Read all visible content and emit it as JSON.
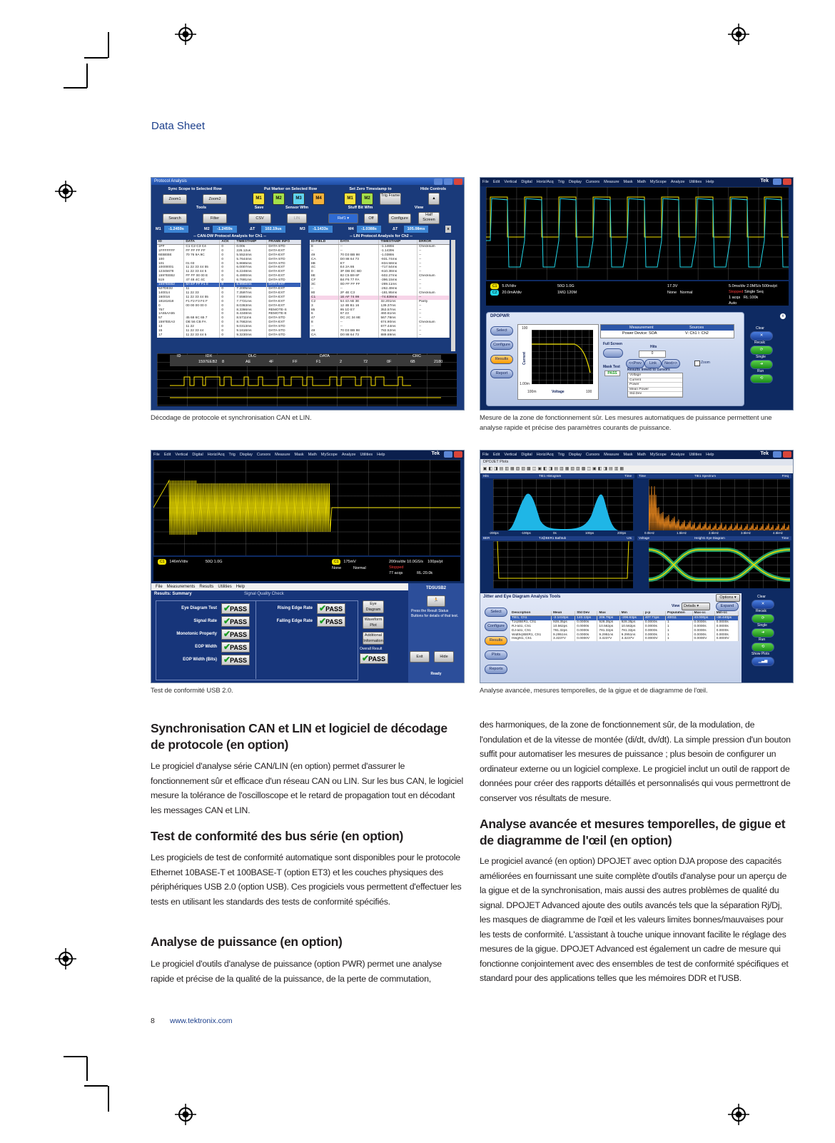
{
  "page": {
    "header": "Data Sheet",
    "page_number": "8",
    "url": "www.tektronix.com"
  },
  "captions": {
    "protocol": "Décodage de protocole et synchronisation CAN et LIN.",
    "power": "Mesure de la zone de fonctionnement sûr. Les mesures automatiques de puissance permettent une analyse rapide et précise des paramètres courants de puissance.",
    "usb": "Test de conformité USB 2.0.",
    "jitter": "Analyse avancée, mesures temporelles, de la gigue et de diagramme de l'œil."
  },
  "shot_protocol": {
    "title": "Protocol Analysis",
    "sec_sync": "Sync Scope to Selected Row",
    "sec_marker": "Put Marker on Selected Row",
    "sec_zero": "Set Zero Timestamp to",
    "sec_hide": "Hide Controls",
    "zoom1": "Zoom1",
    "zoom2": "Zoom2",
    "m1": "M1",
    "m2": "M2",
    "m3": "M3",
    "m4": "M4",
    "trig_frame": "Trig Frame",
    "sec_tools": "Tools",
    "sec_save": "Save",
    "sec_sensor": "Sensor Wfm",
    "sec_stuff": "Stuff Bit Wfm",
    "sec_view": "View",
    "search": "Search",
    "filter": "Filter",
    "csv": "CSV",
    "lin": "LIN",
    "ref1": "Ref1",
    "off": "Off",
    "configure": "Configure",
    "half_screen": "Half Screen",
    "m1_val": "-1.2459s",
    "m2_val": "-1.2459s",
    "dt_lbl": "ΔT",
    "dt_val": "102.19us",
    "m3_val": "-1.1433s",
    "m4_val": "-1.0388s",
    "dt2_val": "105.08ms",
    "can_title": "-- CAN-DW Protocol Analysis for Ch1 --",
    "lin_title": "-- LIN Protocol Analysis for Ch2 --",
    "can_headers": [
      "ID",
      "DATA",
      "ACK",
      "TIMESTAMP",
      "FRAME INFO"
    ],
    "can_rows": [
      [
        "1FF",
        "C1 C2 C3 C4",
        "0",
        "0.00s",
        "DATA-STD"
      ],
      [
        "1FFFFFFF",
        "FF FF FF FF",
        "0",
        "226.12us",
        "DATA-EXT"
      ],
      [
        "6EBEBE",
        "70 76 9A 9C",
        "0",
        "5.5524ms",
        "DATA-EXT"
      ],
      [
        "100",
        "",
        "0",
        "5.7644ms",
        "DATA-STD"
      ],
      [
        "101",
        "01 03",
        "0",
        "5.8665ms",
        "DATA-STD"
      ],
      [
        "10000001",
        "11 22 33 44 55",
        "0",
        "6.0007ms",
        "DATA-EXT"
      ],
      [
        "12345678",
        "11 22 33 44 5",
        "0",
        "6.2248ms",
        "DATA-EXT"
      ],
      [
        "1597EEB2",
        "FF FF 00 00 E",
        "0",
        "6.4900ms",
        "DATA-EXT"
      ],
      [
        "519",
        "47 48 4C 4C",
        "0",
        "6.7691ms",
        "DATA-STD"
      ],
      [
        "1597EEB2",
        "8A EF FF F1 0",
        "0",
        "6.9902ms",
        "DATA-EXT"
      ],
      [
        "527DE32",
        "11",
        "0",
        "7.2005ms",
        "DATA-EXT"
      ],
      [
        "140014",
        "11 22 33",
        "0",
        "7.3597ms",
        "DATA-EXT"
      ],
      [
        "160016",
        "11 22 33 44 55",
        "0",
        "7.5560ms",
        "DATA-EXT"
      ],
      [
        "18181818",
        "F1 F2 F3 F4 F",
        "0",
        "7.7721ms",
        "DATA-EXT"
      ],
      [
        "0",
        "00 00 00 00 0",
        "0",
        "8.0363ms",
        "DATA-EXT"
      ],
      [
        "757",
        "",
        "0",
        "8.3366ms",
        "REMOTE-S"
      ],
      [
        "1A55AA55",
        "",
        "0",
        "8.4348ms",
        "REMOTE-E"
      ],
      [
        "57",
        "45 68 6C 65 7",
        "0",
        "8.5711ms",
        "DATA-STD"
      ],
      [
        "1597EEA3",
        "DE 56 CB FA",
        "0",
        "8.7662ms",
        "DATA-EXT"
      ],
      [
        "13",
        "11 22",
        "0",
        "9.0313ms",
        "DATA-STD"
      ],
      [
        "15",
        "11 22 33 44",
        "0",
        "9.1616ms",
        "DATA-STD"
      ],
      [
        "17",
        "11 22 33 44 5",
        "0",
        "9.3230ms",
        "DATA-STD"
      ]
    ],
    "lin_headers": [
      "ID-FIELD",
      "DATA",
      "TIMESTAMP",
      "ERROR"
    ],
    "lin_rows": [
      [
        "8",
        "--",
        "-1.1465s",
        "Checksum"
      ],
      [
        "--",
        "--",
        "-1.1439s",
        "--"
      ],
      [
        "49",
        "70 D3 BB 98",
        "-1.0388s",
        "--"
      ],
      [
        "CA",
        "D0 88 64 73",
        "-931.74ms",
        "--"
      ],
      [
        "8B",
        "E7",
        "-834.58ms",
        "--"
      ],
      [
        "4C",
        "E4 2A 86",
        "-717.54ms",
        "--"
      ],
      [
        "0",
        "3F DB DC BD",
        "-610.38ms",
        "--"
      ],
      [
        "8E",
        "82 C5 B9 6F",
        "-502.27ms",
        "Checksum"
      ],
      [
        "CF",
        "B4 F6 77 FA",
        "-396.15ms",
        "--"
      ],
      [
        "3C",
        "0D FF FF FF",
        "-289.11ms",
        "--"
      ],
      [
        "--",
        "--",
        "-262.49ms",
        "--"
      ],
      [
        "80",
        "2F 4E C3",
        "-181.95ms",
        "Checksum"
      ],
      [
        "C1",
        "1E AF 74 99",
        "-74.839ms",
        "--"
      ],
      [
        "C2",
        "54 43 AB 3E",
        "32.201ms",
        "Parity"
      ],
      [
        "3",
        "12 4B B1 16",
        "139.37ms",
        "--"
      ],
      [
        "85",
        "95 1D E7",
        "353.57ms",
        "--"
      ],
      [
        "6",
        "67 23",
        "460.61ms",
        "--"
      ],
      [
        "47",
        "DC 2C 34 8E",
        "567.78ms",
        "--"
      ],
      [
        "8",
        "--",
        "674.90ms",
        "Checksum"
      ],
      [
        "--",
        "--",
        "677.44ms",
        "--"
      ],
      [
        "49",
        "70 D3 BB 98",
        "782.52ms",
        "--"
      ],
      [
        "CA",
        "D0 88 64 73",
        "889.69ms",
        "--"
      ]
    ],
    "decode_labels": [
      "ID",
      "IDX",
      "DLC",
      "DATA",
      "CRC"
    ],
    "decode_values": [
      "1597EEB2",
      "8",
      "AE",
      "4F",
      "FF",
      "F1",
      "2",
      "72",
      "0F",
      "6B",
      "2180"
    ]
  },
  "shot_power": {
    "menu": [
      "File",
      "Edit",
      "Vertical",
      "Digital",
      "Horiz/Acq",
      "Trig",
      "Display",
      "Cursors",
      "Measure",
      "Mask",
      "Math",
      "MyScope",
      "Analyze",
      "Utilities",
      "Help"
    ],
    "brand": "Tek",
    "ch1": "5.0V/div",
    "ch1_imp": "50Ω",
    "ch1_bw": "1.0G",
    "ch2": "20.0mA/div",
    "ch2_imp": "1MΩ",
    "ch2_bw": "120M",
    "trig_val": "17.3V",
    "trig_src": "None",
    "trig_mode": "Normal",
    "timebase": "5.0ms/div",
    "sample": "2.0MS/s",
    "res": "500ns/pt",
    "status": "Stopped",
    "acq_mode": "Single Seq",
    "acqs": "1 acqs",
    "rl": "RL:100k",
    "auto": "Auto",
    "app_name": "DPOPWR",
    "btn_select": "Select",
    "btn_config": "Configure",
    "btn_results": "Results",
    "btn_report": "Report",
    "plot_ymax": "100",
    "plot_ymin": "1.00m",
    "plot_xmin": "100m",
    "plot_xmax": "100",
    "plot_xlabel": "Voltage",
    "plot_ylabel": "Current",
    "meas_hdr": "Measurement",
    "src_hdr": "Sources",
    "meas_val": "Power Device: SOA",
    "src_val": "V: Ch1  I: Ch2",
    "full_screen": "Full Screen",
    "hits": "Hits",
    "hits_val": "0",
    "prev": "<<Prev",
    "link": "Link",
    "next": "Next>>",
    "mask_test": "Mask Test",
    "mask_result": "PASS",
    "cursor_title": "Results linked to cursors",
    "cursor_rows": [
      "Voltage",
      "Current",
      "Power",
      "Mean Power",
      "Std.Dev"
    ],
    "zoom": "Zoom",
    "clear": "Clear",
    "recalc": "Recalc",
    "single": "Single",
    "run": "Run"
  },
  "shot_usb": {
    "menu": [
      "File",
      "Edit",
      "Vertical",
      "Digital",
      "Horiz/Acq",
      "Trig",
      "Display",
      "Cursors",
      "Measure",
      "Mask",
      "Math",
      "MyScope",
      "Analyze",
      "Utilities",
      "Help"
    ],
    "brand": "Tek",
    "ch1": "146mV/div",
    "ch1_imp": "50Ω",
    "ch1_bw": "1.0G",
    "trig_val": "175mV",
    "trig_src": "None",
    "trig_mode": "Normal",
    "timebase": "200ns/div",
    "sample": "10.0GS/s",
    "res": "100ps/pt",
    "status": "Stopped",
    "acqs": "77 acqs",
    "rl": "RL:20.0k",
    "app_menu": [
      "File",
      "Measurements",
      "Results",
      "Utilities",
      "Help"
    ],
    "results_summary": "Results: Summary",
    "signal_quality": "Signal Quality Check",
    "left_tests": [
      "Eye Diagram Test",
      "Signal Rate",
      "Monotonic Property",
      "EOP Width",
      "EOP Width (Bits)"
    ],
    "right_tests": [
      "Rising Edge Rate",
      "Falling Edge Rate"
    ],
    "pass": "PASS",
    "eye_diagram": "Eye Diagram",
    "waveform_plot": "Waveform Plot",
    "additional_info": "Additional Information",
    "overall": "Overall Result",
    "app_title": "TDSUSB2",
    "press_note": "Press the Result Status Buttons for details of that test.",
    "exit": "Exit",
    "hide": "Hide",
    "ready": "Ready"
  },
  "shot_jitter": {
    "menu": [
      "File",
      "Edit",
      "Vertical",
      "Digital",
      "Horiz/Acq",
      "Trig",
      "Display",
      "Cursors",
      "Measure",
      "Mask",
      "Math",
      "MyScope",
      "Analyze",
      "Utilities",
      "Help"
    ],
    "brand": "Tek",
    "plots_title": "DPOJET Plots",
    "p1_title": "TIE1 Histogram",
    "p1_x": "Hits",
    "p1_unit": "Time",
    "p2_title": "TIE1 Spectrum",
    "p2_x": "Time",
    "p2_unit": "Freq",
    "p3_title": "TJ@BER1 Bathtub",
    "p3_y": "BER",
    "p3_unit": "UIs",
    "p4_title": "Height1 Eye Diagram",
    "p4_y": "Voltage",
    "p4_unit": "Time",
    "p1_xticks": [
      "-200ps",
      "-100ps",
      "0s",
      "100ps",
      "200ps"
    ],
    "p2_xticks": [
      "0.0kHz",
      "1.5kHz",
      "2.5kHz",
      "3.5kHz",
      "4.5kHz"
    ],
    "panel_title": "Jitter and Eye Diagram Analysis Tools",
    "options": "Options",
    "view": "View",
    "view_val": "Details",
    "expand": "Expand",
    "headers": [
      "Description",
      "Mean",
      "Std Dev",
      "Max",
      "Min",
      "p-p",
      "Population",
      "Max-cc",
      "Min-cc"
    ],
    "rows": [
      [
        "TIE1, Ch1",
        "-2.1410ps",
        "140.12ps",
        "206.78ps",
        "-206.63ps",
        "407.71ps",
        "40011",
        "43.000ps",
        "-46.440ps"
      ],
      [
        "TJ@BER1, Ch1",
        "928.35ps",
        "0.0000s",
        "928.35ps",
        "928.35ps",
        "0.0000s",
        "1",
        "0.0000s",
        "0.0000s"
      ],
      [
        "RJ-δδ1, Ch1",
        "10.562ps",
        "0.0000s",
        "10.562ps",
        "10.562ps",
        "0.0000s",
        "1",
        "0.0000s",
        "0.0000s"
      ],
      [
        "DJ-δδ1, Ch1",
        "781.32ps",
        "0.0000s",
        "781.32ps",
        "781.32ps",
        "0.0000s",
        "1",
        "0.0000s",
        "0.0000s"
      ],
      [
        "Width@BER1, Ch1",
        "9.2951ns",
        "0.0000s",
        "9.2951ns",
        "9.2951ns",
        "0.0000s",
        "1",
        "0.0000s",
        "0.0000s"
      ],
      [
        "Height1, Ch1",
        "3.3237V",
        "0.0000V",
        "3.3237V",
        "3.3237V",
        "0.0000V",
        "1",
        "0.0000V",
        "0.0000V"
      ]
    ],
    "btn_select": "Select",
    "btn_config": "Configure",
    "btn_results": "Results",
    "btn_plots": "Plots",
    "btn_reports": "Reports",
    "clear": "Clear",
    "recalc": "Recalc",
    "single": "Single",
    "run": "Run",
    "show_plots": "Show Plots"
  },
  "sections": {
    "can_title": "Synchronisation CAN et LIN et logiciel de décodage de protocole (en option)",
    "can_body": "Le progiciel d'analyse série CAN/LIN (en option) permet d'assurer le fonctionnement sûr et efficace d'un réseau CAN ou LIN. Sur les bus CAN, le logiciel mesure la tolérance de l'oscilloscope et le retard de propagation tout en décodant les messages CAN et LIN.",
    "bus_title": "Test de conformité des bus série (en option)",
    "bus_body": "Les progiciels de test de conformité automatique sont disponibles pour le protocole Ethernet 10BASE-T et 100BASE-T (option ET3) et les couches physiques des périphériques USB 2.0 (option USB). Ces progiciels vous permettent d'effectuer les tests en utilisant les standards des tests de conformité spécifiés.",
    "power_title": "Analyse de puissance (en option)",
    "power_body": "Le progiciel d'outils d'analyse de puissance (option PWR) permet une analyse rapide et précise de la qualité de la puissance, de la perte de commutation,",
    "power_cont": "des harmoniques, de la zone de fonctionnement sûr, de la modulation, de l'ondulation et de la vitesse de montée (di/dt, dv/dt). La simple pression d'un bouton suffit pour automatiser les mesures de puissance ; plus besoin de configurer un ordinateur externe ou un logiciel complexe. Le progiciel inclut un outil de rapport de données pour créer des rapports détaillés et personnalisés qui vous permettront de conserver vos résultats de mesure.",
    "jitter_title": "Analyse avancée et mesures temporelles, de gigue et de diagramme de l'œil (en option)",
    "jitter_body": "Le progiciel avancé (en option) DPOJET avec option DJA propose des capacités améliorées en fournissant une suite complète d'outils d'analyse pour un aperçu de la gigue et de la synchronisation, mais aussi des autres problèmes de qualité du signal. DPOJET Advanced ajoute des outils avancés tels que la séparation Rj/Dj, les masques de diagramme de l'œil et les valeurs limites bonnes/mauvaises pour les tests de conformité. L'assistant à touche unique innovant facilite le réglage des mesures de la gigue. DPOJET Advanced est également un cadre de mesure qui fonctionne conjointement avec des ensembles de test de conformité spécifiques et standard pour des applications telles que les mémoires DDR et l'USB."
  },
  "colors": {
    "header_blue": "#1c3f8c",
    "tek_blue": "#15306a",
    "ch1_yellow": "#f0e000",
    "ch2_cyan": "#21d6e8",
    "pass_green": "#1a9b22"
  }
}
